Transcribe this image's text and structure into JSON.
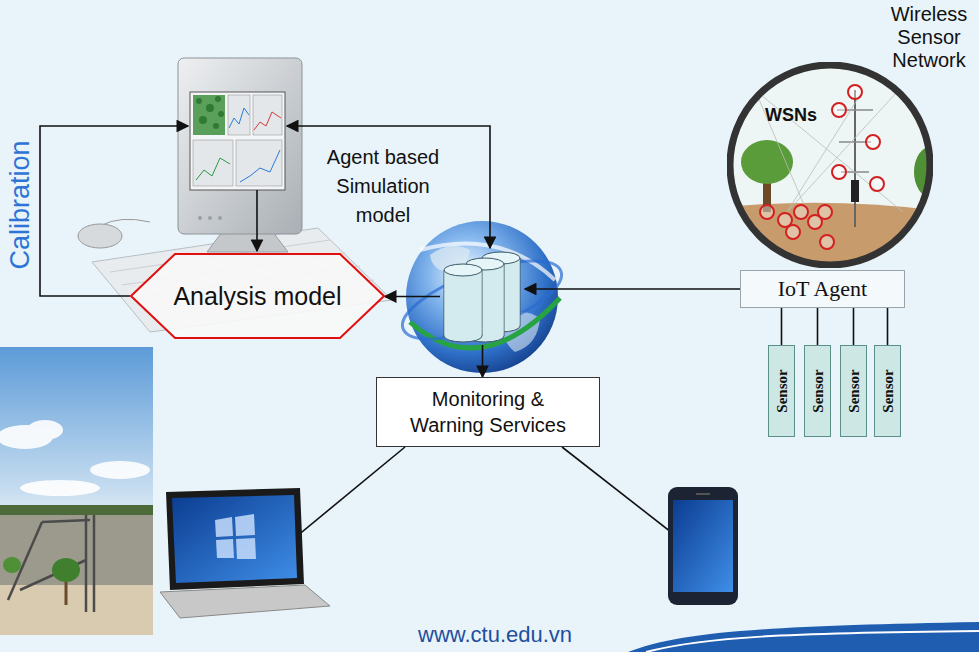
{
  "diagram": {
    "nodes": [
      {
        "text": [
          "Wireless Sensor Network",
          "WSNs"
        ]
      },
      {
        "text": [
          "Agent based Simulation model"
        ]
      },
      {
        "text": [
          "Analysis model"
        ]
      },
      {
        "text": [
          "IoT Agent"
        ]
      },
      {
        "text": [
          "Monitoring & Warning Services"
        ]
      },
      {
        "text": [
          "Sensor"
        ]
      },
      {
        "text": [
          "Sensor"
        ]
      },
      {
        "text": [
          "Sensor"
        ]
      },
      {
        "text": [
          "Sensor"
        ]
      }
    ],
    "edges": [
      {
        "from": 3,
        "to": 1,
        "arrow": "to"
      },
      {
        "from": 1,
        "to": 2,
        "arrow": "to"
      },
      {
        "from": 1,
        "to": 4,
        "arrow": "to"
      },
      {
        "from": 5,
        "to": 3,
        "arrow": "none"
      },
      {
        "from": 6,
        "to": 3,
        "arrow": "none"
      },
      {
        "from": 7,
        "to": 3,
        "arrow": "none"
      },
      {
        "from": 8,
        "to": 3,
        "arrow": "none"
      }
    ],
    "labels": [
      "Calibration",
      "www.ctu.edu.vn"
    ]
  }
}
